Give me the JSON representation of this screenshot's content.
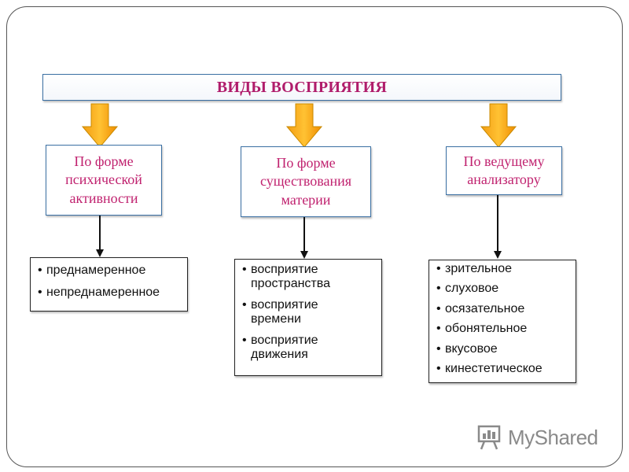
{
  "title": "ВИДЫ ВОСПРИЯТИЯ",
  "categories": [
    {
      "label": "По форме психической активности",
      "items": [
        "преднамеренное",
        "непреднамеренное"
      ]
    },
    {
      "label": "По форме существования материи",
      "items": [
        "восприятие пространства",
        "восприятие времени",
        "восприятие движения"
      ]
    },
    {
      "label": "По ведущему анализатору",
      "items": [
        "зрительное",
        "слуховое",
        "осязательное",
        "обонятельное",
        "вкусовое",
        "кинестетическое"
      ]
    }
  ],
  "watermark": "MyShared",
  "colors": {
    "title": "#b01c6b",
    "category_text": "#c0226f",
    "arrow_fill": "#f5a623",
    "box_border": "#3a6fa3"
  }
}
